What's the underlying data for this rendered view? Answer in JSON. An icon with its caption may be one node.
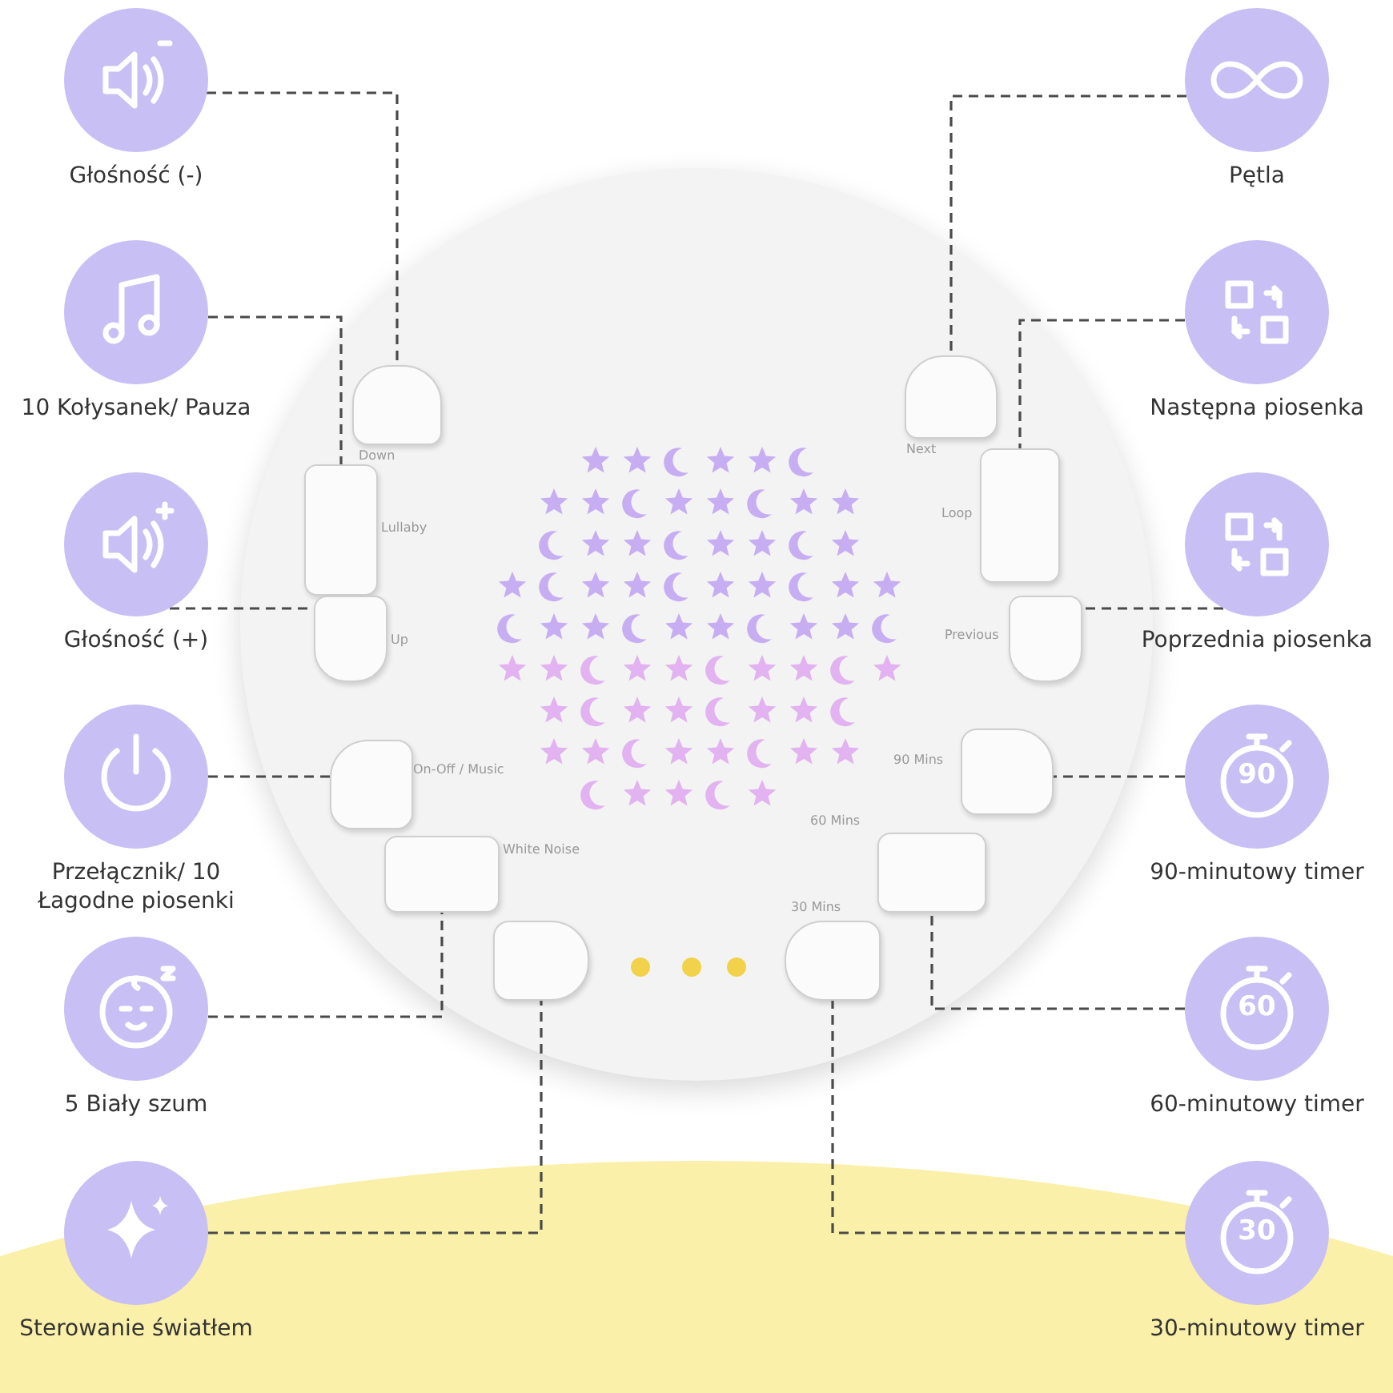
{
  "diagram": {
    "nodes": [
      {
        "text": [
          "Głośność (-)"
        ]
      },
      {
        "text": [
          "10 Kołysanek/ Pauza"
        ]
      },
      {
        "text": [
          "Głośność (+)"
        ]
      },
      {
        "text": [
          "Przełącznik/ 10 Łagodne piosenki"
        ]
      },
      {
        "text": [
          "5 Biały szum"
        ]
      },
      {
        "text": [
          "Sterowanie światłem"
        ]
      },
      {
        "text": [
          "Pętla"
        ]
      },
      {
        "text": [
          "Następna piosenka"
        ]
      },
      {
        "text": [
          "Poprzednia piosenka"
        ]
      },
      {
        "text": [
          "90",
          "90-minutowy timer"
        ]
      },
      {
        "text": [
          "60",
          "60-minutowy timer"
        ]
      },
      {
        "text": [
          "30",
          "30-minutowy timer"
        ]
      },
      {
        "text": [],
        "shape": "picture"
      },
      {
        "text": [],
        "shape": "box",
        "in": 12,
        "beside": [
          "Down"
        ]
      },
      {
        "text": [],
        "shape": "box",
        "in": 12,
        "beside": [
          "Lullaby"
        ]
      },
      {
        "text": [],
        "shape": "box",
        "in": 12,
        "beside": [
          "Up"
        ]
      },
      {
        "text": [],
        "shape": "box",
        "in": 12,
        "beside": [
          "On-Off / Music"
        ]
      },
      {
        "text": [],
        "shape": "box",
        "in": 12,
        "beside": [
          "White Noise"
        ]
      },
      {
        "text": [],
        "shape": "box",
        "in": 12
      },
      {
        "text": [],
        "shape": "box",
        "in": 12,
        "beside": [
          "Next"
        ]
      },
      {
        "text": [],
        "shape": "box",
        "in": 12,
        "beside": [
          "Loop"
        ]
      },
      {
        "text": [],
        "shape": "box",
        "in": 12,
        "beside": [
          "Previous"
        ]
      },
      {
        "text": [],
        "shape": "box",
        "in": 12,
        "beside": [
          "90 Mins"
        ]
      },
      {
        "text": [],
        "shape": "box",
        "in": 12,
        "beside": [
          "60 Mins"
        ]
      },
      {
        "text": [],
        "shape": "box",
        "in": 12,
        "beside": [
          "30 Mins"
        ]
      }
    ],
    "edges": [
      {
        "from": 0,
        "to": 13,
        "arrow": "none",
        "style": "dashed"
      },
      {
        "from": 1,
        "to": 14,
        "arrow": "none",
        "style": "dashed"
      },
      {
        "from": 2,
        "to": 15,
        "arrow": "none",
        "style": "dashed"
      },
      {
        "from": 3,
        "to": 16,
        "arrow": "none",
        "style": "dashed"
      },
      {
        "from": 4,
        "to": 17,
        "arrow": "none",
        "style": "dashed"
      },
      {
        "from": 5,
        "to": 18,
        "arrow": "none",
        "style": "dashed"
      },
      {
        "from": 6,
        "to": 19,
        "arrow": "none",
        "style": "dashed"
      },
      {
        "from": 7,
        "to": 20,
        "arrow": "none",
        "style": "dashed"
      },
      {
        "from": 8,
        "to": 21,
        "arrow": "none",
        "style": "dashed"
      },
      {
        "from": 9,
        "to": 22,
        "arrow": "none",
        "style": "dashed"
      },
      {
        "from": 10,
        "to": 23,
        "arrow": "none",
        "style": "dashed"
      },
      {
        "from": 11,
        "to": 24,
        "arrow": "none",
        "style": "dashed"
      }
    ]
  }
}
